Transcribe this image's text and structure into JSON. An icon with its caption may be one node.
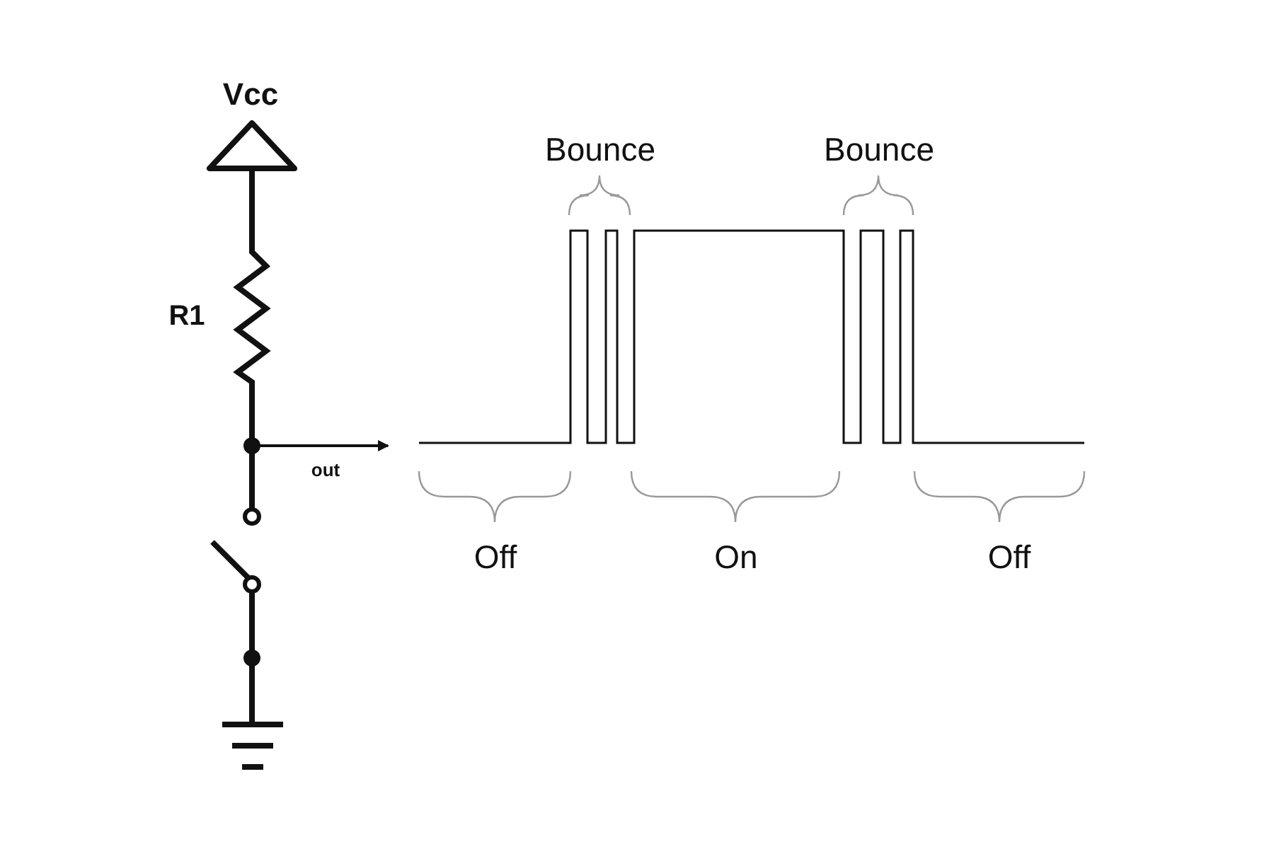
{
  "diagram": {
    "labels": [
      "Vcc",
      "R1",
      "out",
      "Bounce",
      "Bounce",
      "Off",
      "On",
      "Off"
    ]
  }
}
